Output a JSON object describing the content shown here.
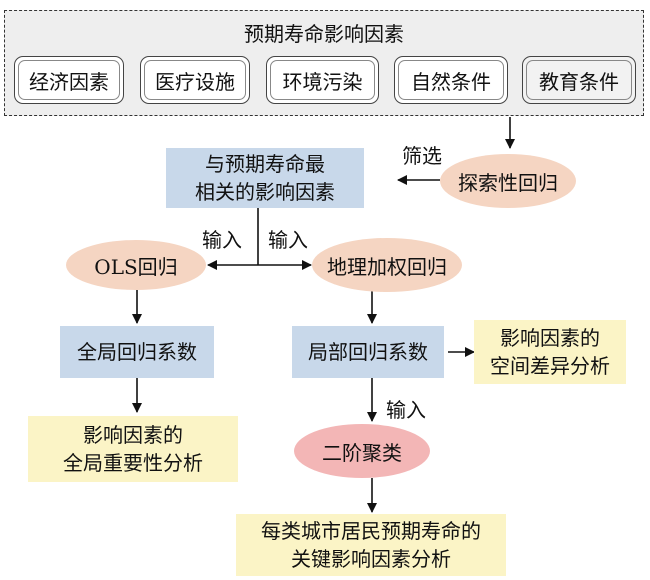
{
  "header": {
    "title": "预期寿命影响因素"
  },
  "factors": [
    {
      "label": "经济因素"
    },
    {
      "label": "医疗设施"
    },
    {
      "label": "环境污染"
    },
    {
      "label": "自然条件"
    },
    {
      "label": "教育条件"
    }
  ],
  "nodes": {
    "explore": "探索性回归",
    "screen_label": "筛选",
    "most_related": "与预期寿命最\n相关的影响因素",
    "input_left": "输入",
    "input_right": "输入",
    "ols": "OLS回归",
    "gwr": "地理加权回归",
    "global_coef": "全局回归系数",
    "local_coef": "局部回归系数",
    "spatial": "影响因素的\n空间差异分析",
    "global_importance": "影响因素的\n全局重要性分析",
    "input_mid": "输入",
    "cluster": "二阶聚类",
    "final": "每类城市居民预期寿命的\n关键影响因素分析"
  },
  "colors": {
    "blue_box": "#c8d8ea",
    "yellow_box": "#fbf4c6",
    "peach_ellipse": "#f5d5c2",
    "pink_ellipse": "#f3b6b6",
    "panel_bg": "#eeeeee"
  }
}
